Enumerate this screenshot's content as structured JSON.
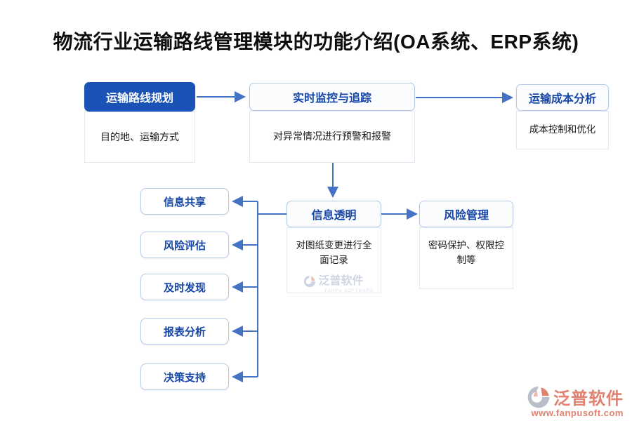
{
  "title": "物流行业运输路线管理模块的功能介绍(OA系统、ERP系统)",
  "colors": {
    "accent": "#1A53B5",
    "header_text": "#1646A8",
    "box_border": "#B5C9E8",
    "connector": "#4472C4",
    "logo": "#E08270"
  },
  "flow": {
    "planning": {
      "label": "运输路线规划",
      "detail": "目的地、运输方式"
    },
    "monitoring": {
      "label": "实时监控与追踪",
      "detail": "对异常情况进行预警和报警"
    },
    "cost": {
      "label": "运输成本分析",
      "detail": "成本控制和优化"
    },
    "transparency": {
      "label": "信息透明",
      "detail": "对图纸变更进行全面记录"
    },
    "risk": {
      "label": "风险管理",
      "detail": "密码保护、权限控制等"
    }
  },
  "benefits": [
    "信息共享",
    "风险评估",
    "及时发现",
    "报表分析",
    "决策支持"
  ],
  "watermark": {
    "name": "泛普软件",
    "sub": "FANPU SOFTWARE"
  },
  "brand": {
    "name": "泛普软件",
    "url": "www.fanpusoft.com"
  }
}
